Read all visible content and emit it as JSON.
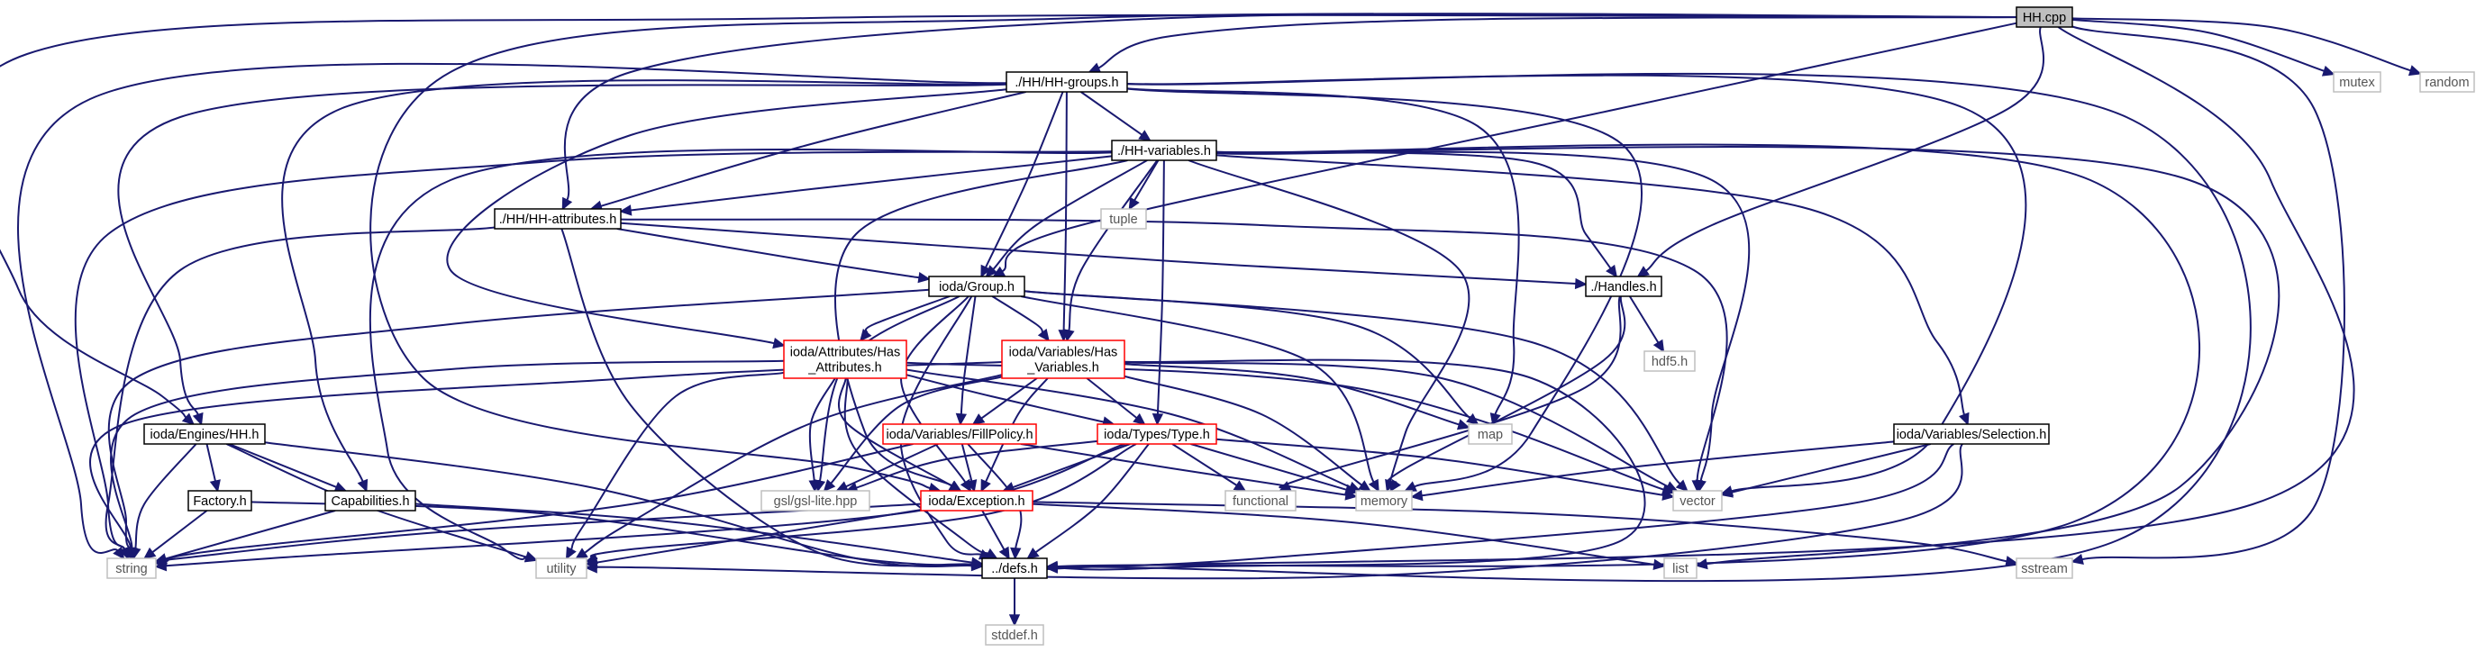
{
  "diagram": {
    "type": "include-dependency-graph",
    "colors": {
      "edge": "#191970",
      "root_fill": "#bfbfbf",
      "root_border": "#000000",
      "node_border": "#000000",
      "truncated_border": "#ff0000",
      "system_border": "#bfbfbf",
      "background": "#ffffff"
    },
    "nodes": {
      "hh_cpp": {
        "label": "HH.cpp",
        "kind": "root"
      },
      "hh_groups": {
        "label": "./HH/HH-groups.h",
        "kind": "normal"
      },
      "mutex": {
        "label": "mutex",
        "kind": "system"
      },
      "random": {
        "label": "random",
        "kind": "system"
      },
      "hh_variables": {
        "label": "./HH-variables.h",
        "kind": "normal"
      },
      "hh_attributes": {
        "label": "./HH/HH-attributes.h",
        "kind": "normal"
      },
      "tuple": {
        "label": "tuple",
        "kind": "system"
      },
      "group_h": {
        "label": "ioda/Group.h",
        "kind": "normal"
      },
      "handles_h": {
        "label": "./Handles.h",
        "kind": "normal"
      },
      "has_attributes": {
        "label": [
          "ioda/Attributes/Has",
          "_Attributes.h"
        ],
        "kind": "truncated"
      },
      "has_variables": {
        "label": [
          "ioda/Variables/Has",
          "_Variables.h"
        ],
        "kind": "truncated"
      },
      "hdf5_h": {
        "label": "hdf5.h",
        "kind": "system"
      },
      "engines_hh": {
        "label": "ioda/Engines/HH.h",
        "kind": "normal"
      },
      "fill_policy": {
        "label": "ioda/Variables/FillPolicy.h",
        "kind": "truncated"
      },
      "types_type": {
        "label": "ioda/Types/Type.h",
        "kind": "truncated"
      },
      "map": {
        "label": "map",
        "kind": "system"
      },
      "selection_h": {
        "label": "ioda/Variables/Selection.h",
        "kind": "normal"
      },
      "factory_h": {
        "label": "Factory.h",
        "kind": "normal"
      },
      "capabilities_h": {
        "label": "Capabilities.h",
        "kind": "normal"
      },
      "gsl_lite": {
        "label": "gsl/gsl-lite.hpp",
        "kind": "system"
      },
      "exception_h": {
        "label": "ioda/Exception.h",
        "kind": "truncated"
      },
      "functional": {
        "label": "functional",
        "kind": "system"
      },
      "memory": {
        "label": "memory",
        "kind": "system"
      },
      "vector": {
        "label": "vector",
        "kind": "system"
      },
      "string": {
        "label": "string",
        "kind": "system"
      },
      "utility": {
        "label": "utility",
        "kind": "system"
      },
      "defs_h": {
        "label": "../defs.h",
        "kind": "normal"
      },
      "list": {
        "label": "list",
        "kind": "system"
      },
      "sstream": {
        "label": "sstream",
        "kind": "system"
      },
      "stddef_h": {
        "label": "stddef.h",
        "kind": "system"
      }
    }
  }
}
